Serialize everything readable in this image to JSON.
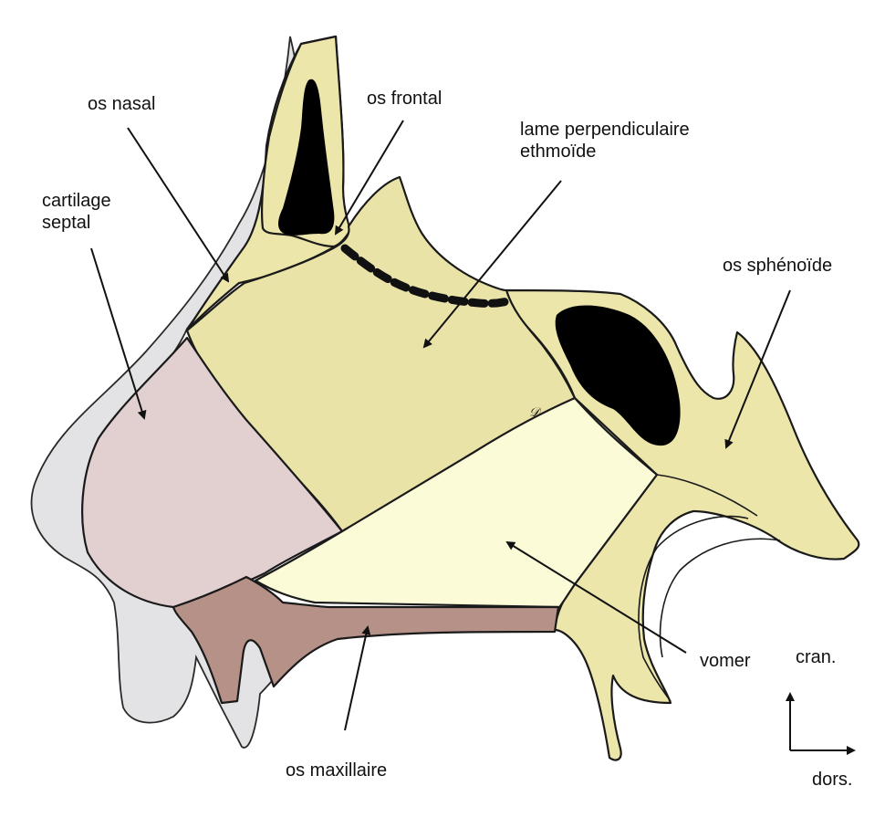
{
  "labels": {
    "os_nasal": "os nasal",
    "os_frontal": "os frontal",
    "lame_line1": "lame perpendiculaire",
    "lame_line2": "ethmoïde",
    "cartilage_line1": "cartilage",
    "cartilage_line2": "septal",
    "os_sphenoide": "os sphénoïde",
    "vomer": "vomer",
    "os_maxillaire": "os maxillaire",
    "orientation_cran": "cran.",
    "orientation_dors": "dors."
  },
  "colors": {
    "skin": "#e3e2e4",
    "bone": "#ede6aa",
    "ethmoid": "#e9e3a7",
    "cartilage": "#e2cfd0",
    "vomer": "#fbfbd8",
    "maxillary": "#b69188",
    "sinus": "#000000"
  }
}
